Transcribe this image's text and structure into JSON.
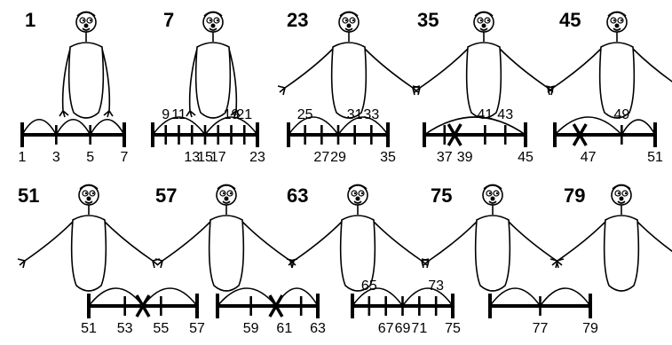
{
  "colors": {
    "ink": "#000000",
    "background": "#ffffff"
  },
  "figures": [
    {
      "label": "1",
      "pose": "arms-down"
    },
    {
      "label": "7",
      "pose": "arms-down"
    },
    {
      "label": "23",
      "pose": "arms-out"
    },
    {
      "label": "35",
      "pose": "arms-out"
    },
    {
      "label": "45",
      "pose": "arms-out"
    },
    {
      "label": "51",
      "pose": "arms-out"
    },
    {
      "label": "57",
      "pose": "arms-out"
    },
    {
      "label": "63",
      "pose": "arms-out"
    },
    {
      "label": "75",
      "pose": "arms-out"
    },
    {
      "label": "79",
      "pose": "arms-out"
    }
  ],
  "number_lines": [
    {
      "start": 1,
      "end": 7,
      "arcs": [
        1,
        3,
        5,
        7
      ],
      "labels_below": [
        "1",
        "3",
        "5",
        "7"
      ],
      "labels_above": [],
      "struck": [],
      "ticks": [
        1,
        3,
        5,
        7
      ]
    },
    {
      "start": 7,
      "end": 23,
      "arcs": [
        7,
        15,
        23
      ],
      "labels_below": [
        "13",
        "15",
        "17",
        "23"
      ],
      "labels_above": [
        "9",
        "11",
        "19",
        "21"
      ],
      "struck": [],
      "ticks": [
        7,
        9,
        11,
        13,
        15,
        17,
        19,
        21,
        23
      ]
    },
    {
      "start": 23,
      "end": 35,
      "arcs": [
        23,
        29,
        35
      ],
      "labels_below": [
        "27",
        "29",
        "35"
      ],
      "labels_above": [
        "25",
        "31",
        "33"
      ],
      "struck": [],
      "ticks": [
        23,
        25,
        27,
        29,
        31,
        33,
        35
      ]
    },
    {
      "start": 35,
      "end": 45,
      "arcs": [
        35,
        45
      ],
      "labels_below": [
        "37",
        "39",
        "45"
      ],
      "labels_above": [
        "41",
        "43"
      ],
      "struck": [
        38
      ],
      "ticks": [
        35,
        37,
        41,
        43,
        45
      ]
    },
    {
      "start": 45,
      "end": 51,
      "arcs": [
        45,
        49,
        51
      ],
      "labels_below": [
        "47",
        "51"
      ],
      "labels_above": [
        "49"
      ],
      "struck": [
        46.5
      ],
      "ticks": [
        45,
        49,
        51
      ]
    },
    {
      "start": 51,
      "end": 57,
      "arcs": [
        51,
        54,
        57
      ],
      "labels_below": [
        "51",
        "53",
        "55",
        "57"
      ],
      "labels_above": [],
      "struck": [
        54
      ],
      "ticks": [
        51,
        53,
        55,
        57
      ]
    },
    {
      "start": 57,
      "end": 63,
      "arcs": [
        57,
        60.5,
        63
      ],
      "labels_below": [
        "59",
        "61",
        "63"
      ],
      "labels_above": [],
      "struck": [
        60.5
      ],
      "ticks": [
        57,
        59,
        62,
        63
      ]
    },
    {
      "start": 63,
      "end": 75,
      "arcs": [
        63,
        69,
        75
      ],
      "labels_below": [
        "67",
        "69",
        "71",
        "75"
      ],
      "labels_above": [
        "65",
        "73"
      ],
      "struck": [],
      "ticks": [
        63,
        65,
        67,
        69,
        71,
        73,
        75
      ]
    },
    {
      "start": 75,
      "end": 79,
      "arcs": [
        75,
        77,
        79
      ],
      "labels_below": [
        "77",
        "79"
      ],
      "labels_above": [],
      "struck": [],
      "ticks": [
        75,
        77,
        79
      ]
    }
  ]
}
